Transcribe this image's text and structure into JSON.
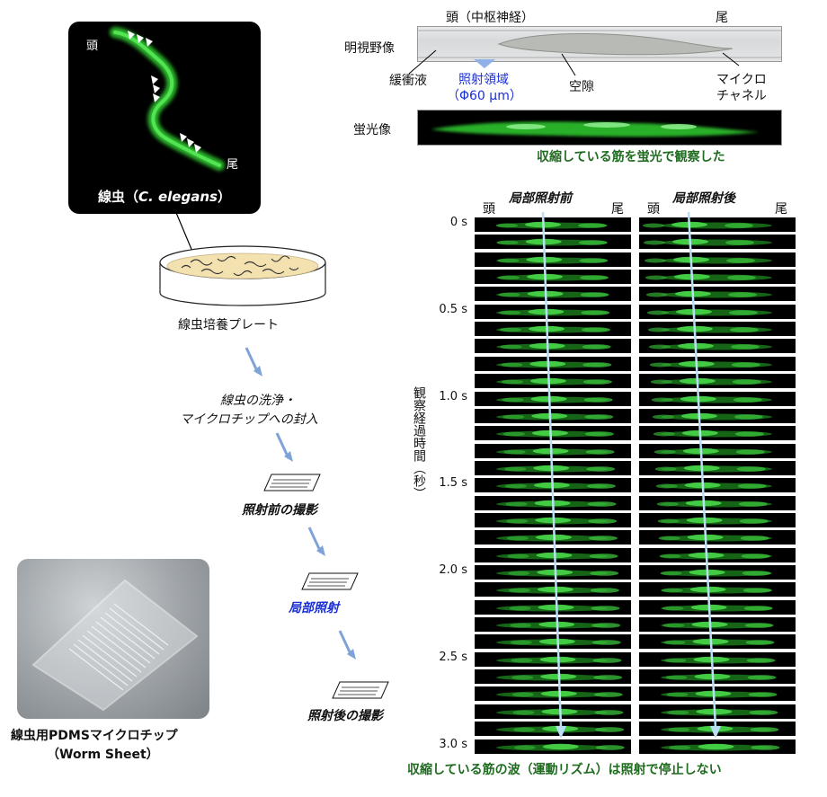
{
  "left": {
    "worm_photo": {
      "label_prefix": "線虫（",
      "label_species": "C. elegans",
      "label_suffix": "）",
      "head": "頭",
      "tail": "尾"
    },
    "plate_label": "線虫培養プレート",
    "steps": [
      "線虫の洗浄・",
      "マイクロチップへの封入"
    ],
    "step_before": "照射前の撮影",
    "step_irradiate": "局部照射",
    "step_after": "照射後の撮影",
    "chip_label_1": "線虫用PDMSマイクロチップ",
    "chip_label_2": "（Worm Sheet）"
  },
  "top_right": {
    "head_label": "頭（中枢神経）",
    "tail_label": "尾",
    "bright_field": "明視野像",
    "buffer": "緩衝液",
    "irradiation_area_1": "照射領域",
    "irradiation_area_2": "（Φ60 μm）",
    "gap": "空隙",
    "microchannel_1": "マイクロ",
    "microchannel_2": "チャネル",
    "fluorescence": "蛍光像",
    "caption": "収縮している筋を蛍光で観察した"
  },
  "kymo": {
    "before_title": "局部照射前",
    "after_title": "局部照射後",
    "head": "頭",
    "tail": "尾",
    "ylabel": "観察経過時間（秒）",
    "time_labels": [
      "0 s",
      "0.5 s",
      "1.0 s",
      "1.5 s",
      "2.0 s",
      "2.5 s",
      "3.0 s"
    ],
    "caption": "収縮している筋の波（運動リズム）は照射で停止しない"
  },
  "colors": {
    "caption_green": "#1f6b1f",
    "accent_blue": "#1a2fd6",
    "arrow_blue": "#7fa3d8",
    "worm_green": "#3ad13a"
  }
}
